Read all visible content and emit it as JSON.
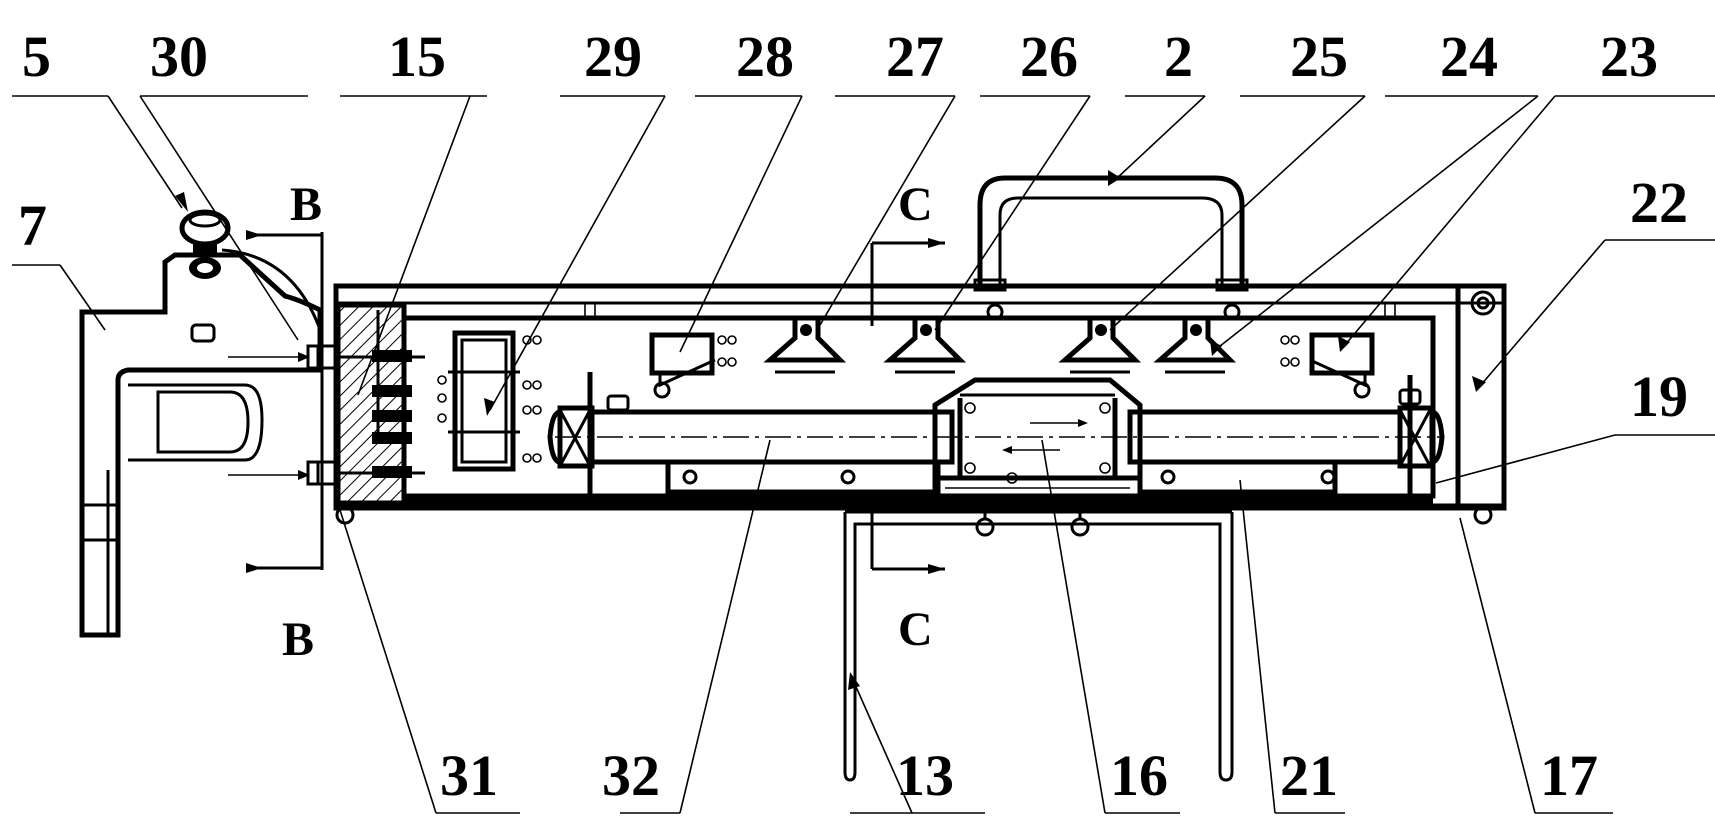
{
  "labels": {
    "top": [
      "5",
      "30",
      "15",
      "29",
      "28",
      "27",
      "26",
      "2",
      "25",
      "24",
      "23",
      "22",
      "19"
    ],
    "left": "7",
    "bottom": [
      "31",
      "32",
      "13",
      "16",
      "21",
      "17"
    ]
  },
  "sections": {
    "b_top": "B",
    "b_bottom": "B",
    "c_top": "C",
    "c_bottom": "C"
  }
}
